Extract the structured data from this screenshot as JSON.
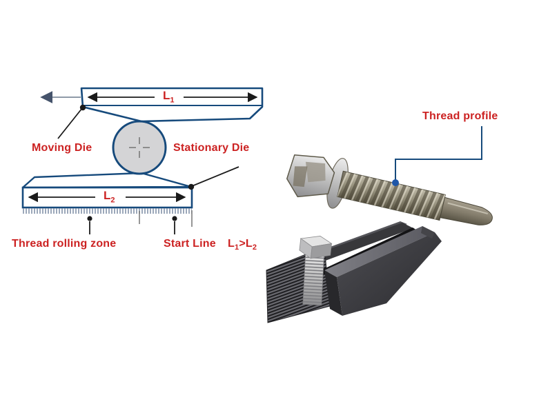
{
  "colors": {
    "label_red": "#cc2222",
    "line_navy": "#164a7c",
    "marker_blue": "#1e56a8",
    "blank_fill": "#d4d4d6",
    "leader_black": "#1a1a1a",
    "die_steel_dark": "#38383b",
    "die_steel_top": "#6e6e74",
    "bolt_metal": "#98937f",
    "bolt_silver": "#c9c9c9"
  },
  "schematic": {
    "moving_die_label": "Moving Die",
    "stationary_die_label": "Stationary Die",
    "thread_rolling_zone_label": "Thread rolling zone",
    "start_line_label": "Start Line",
    "dim_top": {
      "base": "L",
      "sub": "1"
    },
    "dim_bottom": {
      "base": "L",
      "sub": "2"
    },
    "formula": {
      "lhs_base": "L",
      "lhs_sub": "1",
      "operator": ">",
      "rhs_base": "L",
      "rhs_sub": "2"
    }
  },
  "photos": {
    "thread_profile_label": "Thread profile"
  }
}
